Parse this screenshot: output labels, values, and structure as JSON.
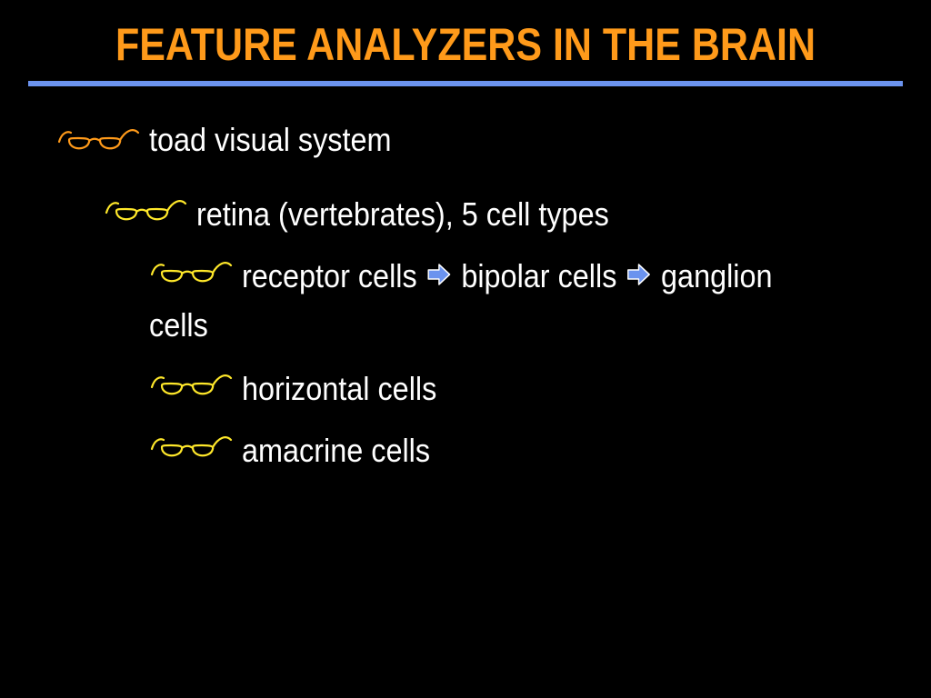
{
  "slide": {
    "title": "FEATURE ANALYZERS IN THE BRAIN",
    "colors": {
      "background": "#000000",
      "title": "#ff9a1a",
      "rule": "#6b93ee",
      "text": "#ffffff",
      "bullet_level1": "#ff9a1a",
      "bullet_level2": "#ffe82a",
      "arrow": "#6b93ee"
    },
    "bullets": [
      {
        "icon": "spectacles-icon",
        "text": "toad visual system"
      },
      {
        "icon": "spectacles-icon",
        "text": "retina (vertebrates), 5 cell types"
      },
      {
        "icon": "spectacles-icon",
        "part1": "receptor cells",
        "arrow_icon": "right-arrow-icon",
        "part2": "bipolar cells",
        "part3": "ganglion",
        "continuation": "cells"
      },
      {
        "icon": "spectacles-icon",
        "text": "horizontal cells"
      },
      {
        "icon": "spectacles-icon",
        "text": "amacrine cells"
      }
    ]
  }
}
